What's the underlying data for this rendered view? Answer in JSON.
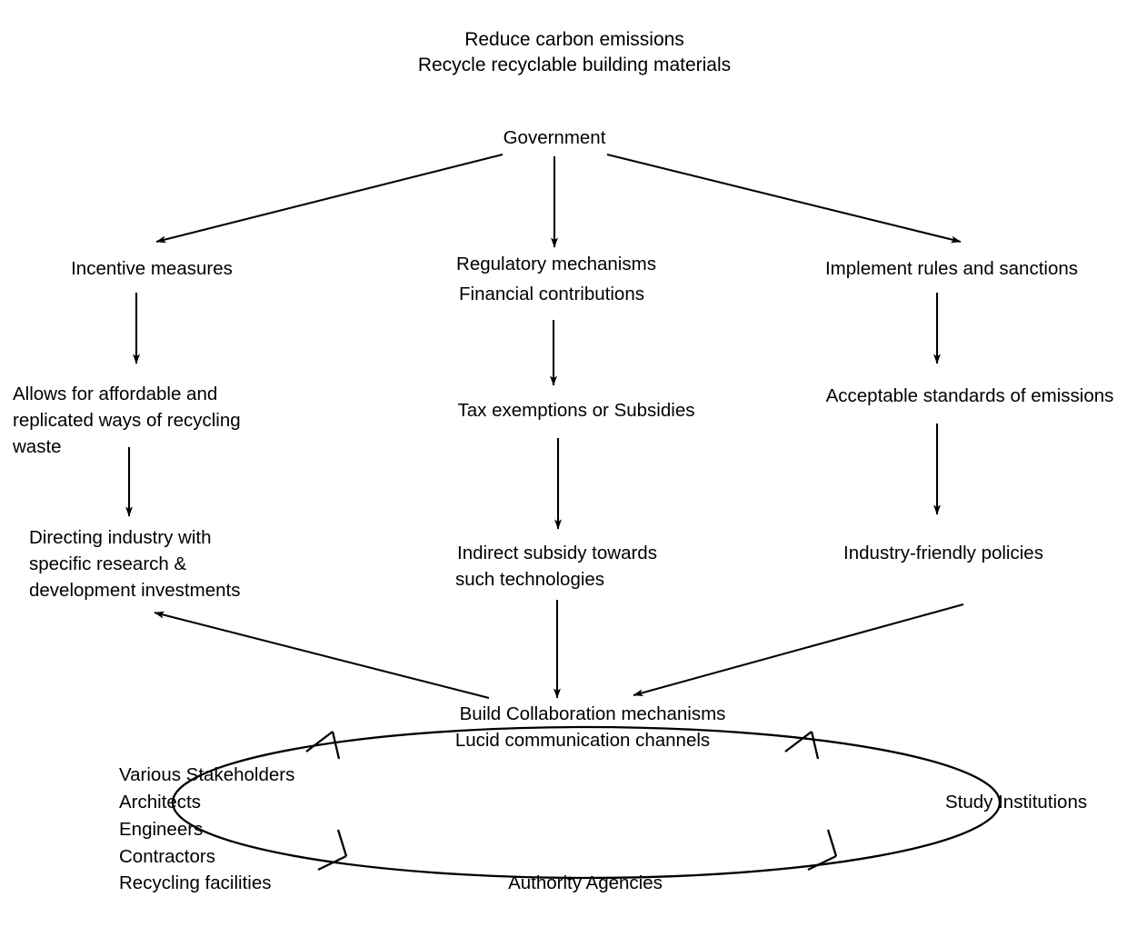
{
  "diagram": {
    "type": "flowchart",
    "title_block": {
      "lines": [
        "Reduce carbon emissions",
        "Recycle recyclable building materials"
      ]
    },
    "root_node": {
      "label": "Government"
    },
    "columns": [
      {
        "id": "left",
        "nodes": [
          {
            "id": "incentive-measures",
            "lines": [
              "Incentive measures"
            ]
          },
          {
            "id": "affordable-recycling",
            "lines": [
              "Allows for affordable and",
              "replicated ways of recycling",
              "waste"
            ]
          },
          {
            "id": "directing-industry",
            "lines": [
              "Directing industry with",
              "specific research &",
              "development investments"
            ]
          }
        ]
      },
      {
        "id": "center",
        "nodes": [
          {
            "id": "regulatory-mechanisms",
            "lines": [
              "Regulatory mechanisms",
              "Financial contributions"
            ]
          },
          {
            "id": "tax-exemptions",
            "lines": [
              "Tax exemptions or Subsidies"
            ]
          },
          {
            "id": "indirect-subsidy",
            "lines": [
              "Indirect subsidy towards",
              "such technologies"
            ]
          }
        ]
      },
      {
        "id": "right",
        "nodes": [
          {
            "id": "implement-rules",
            "lines": [
              "Implement rules and sanctions"
            ]
          },
          {
            "id": "acceptable-standards",
            "lines": [
              "Acceptable standards of emissions"
            ]
          },
          {
            "id": "industry-friendly",
            "lines": [
              "Industry-friendly policies"
            ]
          }
        ]
      }
    ],
    "collaboration_node": {
      "lines": [
        "Build Collaboration mechanisms",
        "Lucid communication channels"
      ]
    },
    "cycle": {
      "stakeholders_label": {
        "lines": [
          "Various Stakeholders",
          "Architects",
          "Engineers",
          "Contractors",
          "Recycling facilities"
        ]
      },
      "right_label": "Study Institutions",
      "bottom_label": "Authority Agencies"
    },
    "style": {
      "line_color": "#000000",
      "text_color": "#000000",
      "background": "#ffffff"
    }
  }
}
